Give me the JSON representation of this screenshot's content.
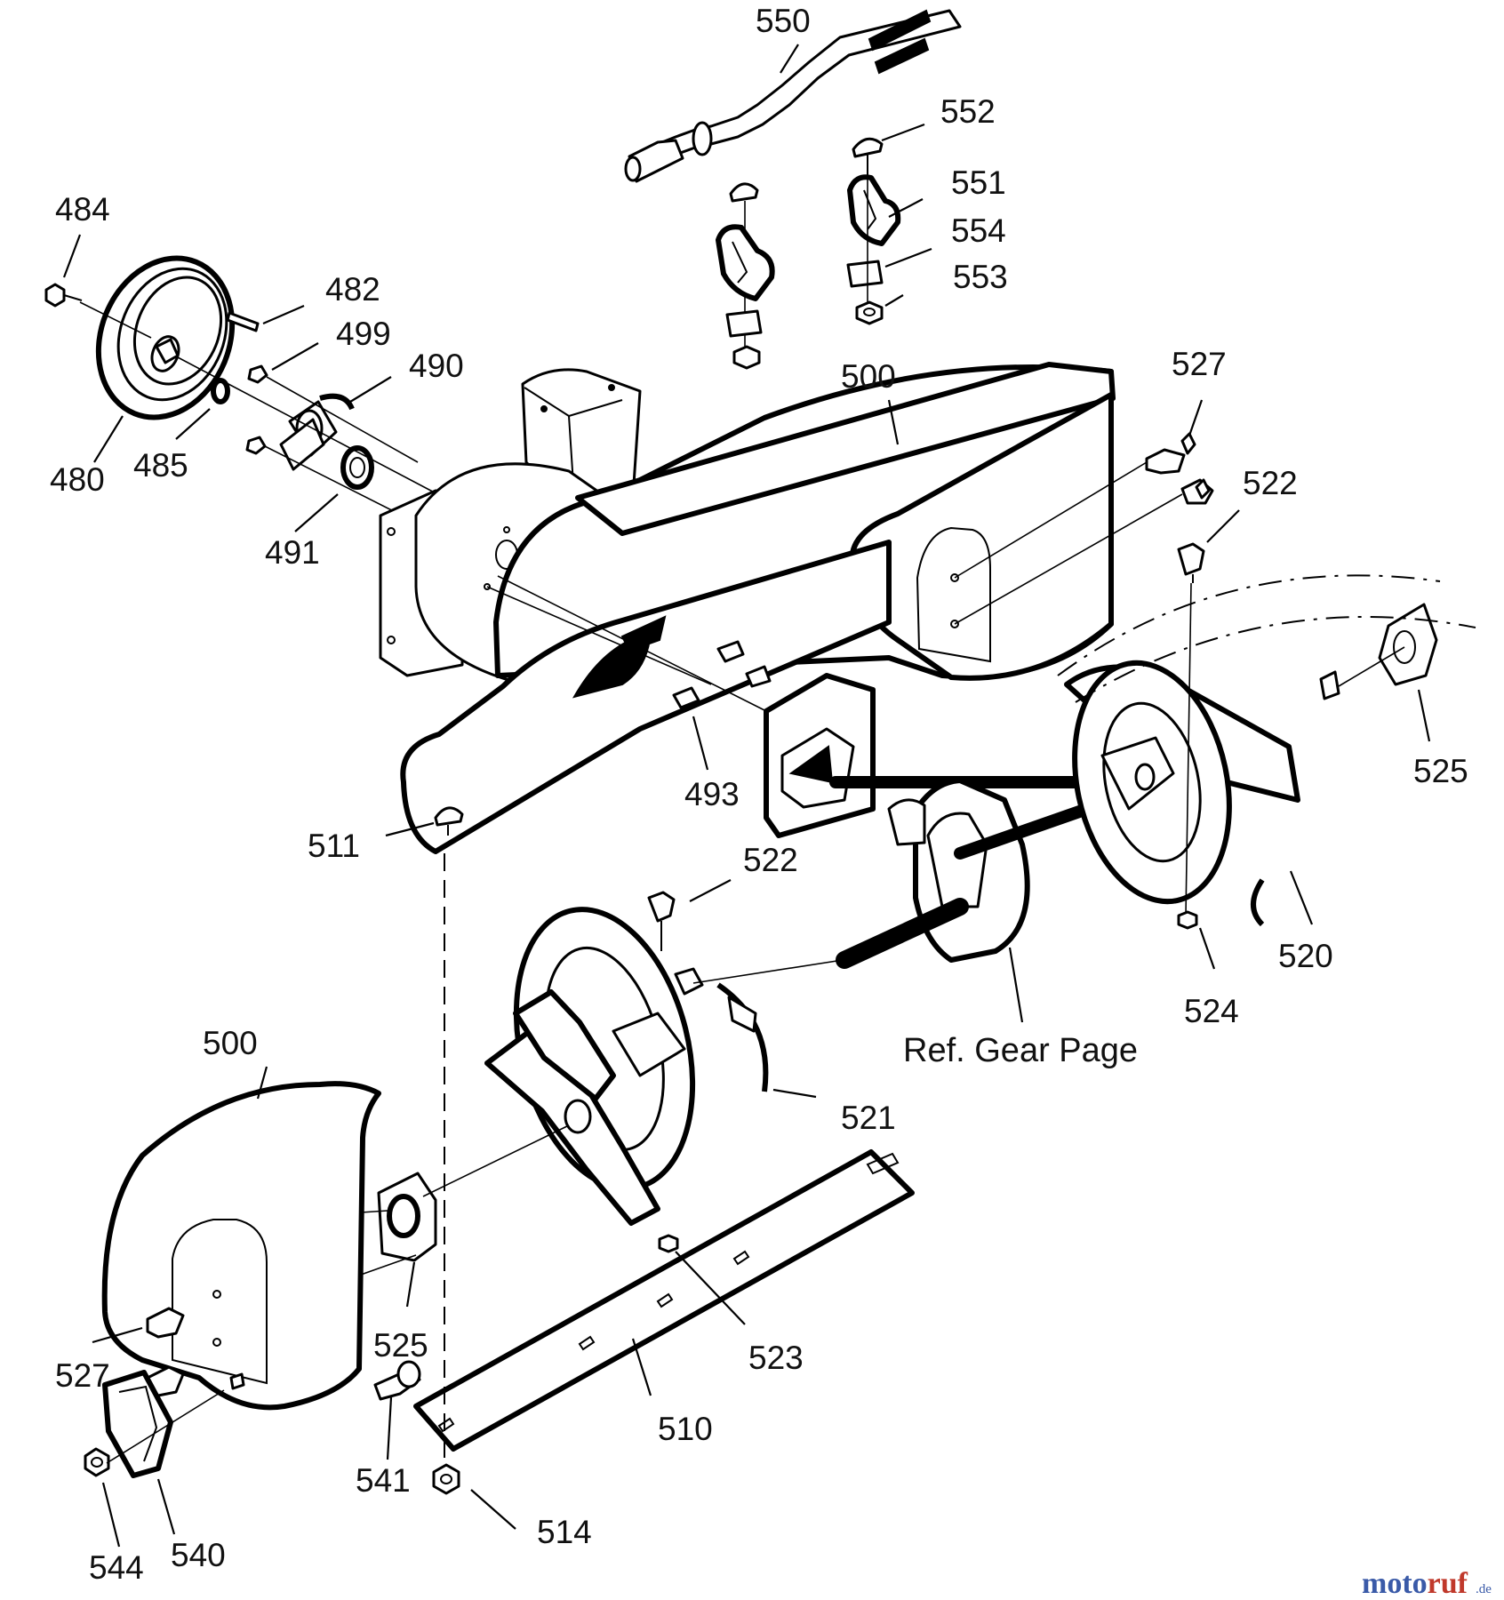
{
  "callouts": {
    "c550": "550",
    "c552": "552",
    "c551": "551",
    "c554": "554",
    "c553": "553",
    "c484": "484",
    "c482": "482",
    "c499": "499",
    "c490": "490",
    "c480": "480",
    "c485": "485",
    "c491": "491",
    "c500a": "500",
    "c527a": "527",
    "c522a": "522",
    "c525a": "525",
    "c493": "493",
    "c511": "511",
    "c522b": "522",
    "c520": "520",
    "c524": "524",
    "c521": "521",
    "c500b": "500",
    "c525b": "525",
    "c527b": "527",
    "c523": "523",
    "c510": "510",
    "c541": "541",
    "c514": "514",
    "c544": "544",
    "c540": "540"
  },
  "reference_note": "Ref. Gear Page",
  "watermark": {
    "brand": "motoruf",
    "suffix": ".de",
    "colors": {
      "moto": "#3a5aa8",
      "ruf": "#c0392b"
    }
  }
}
